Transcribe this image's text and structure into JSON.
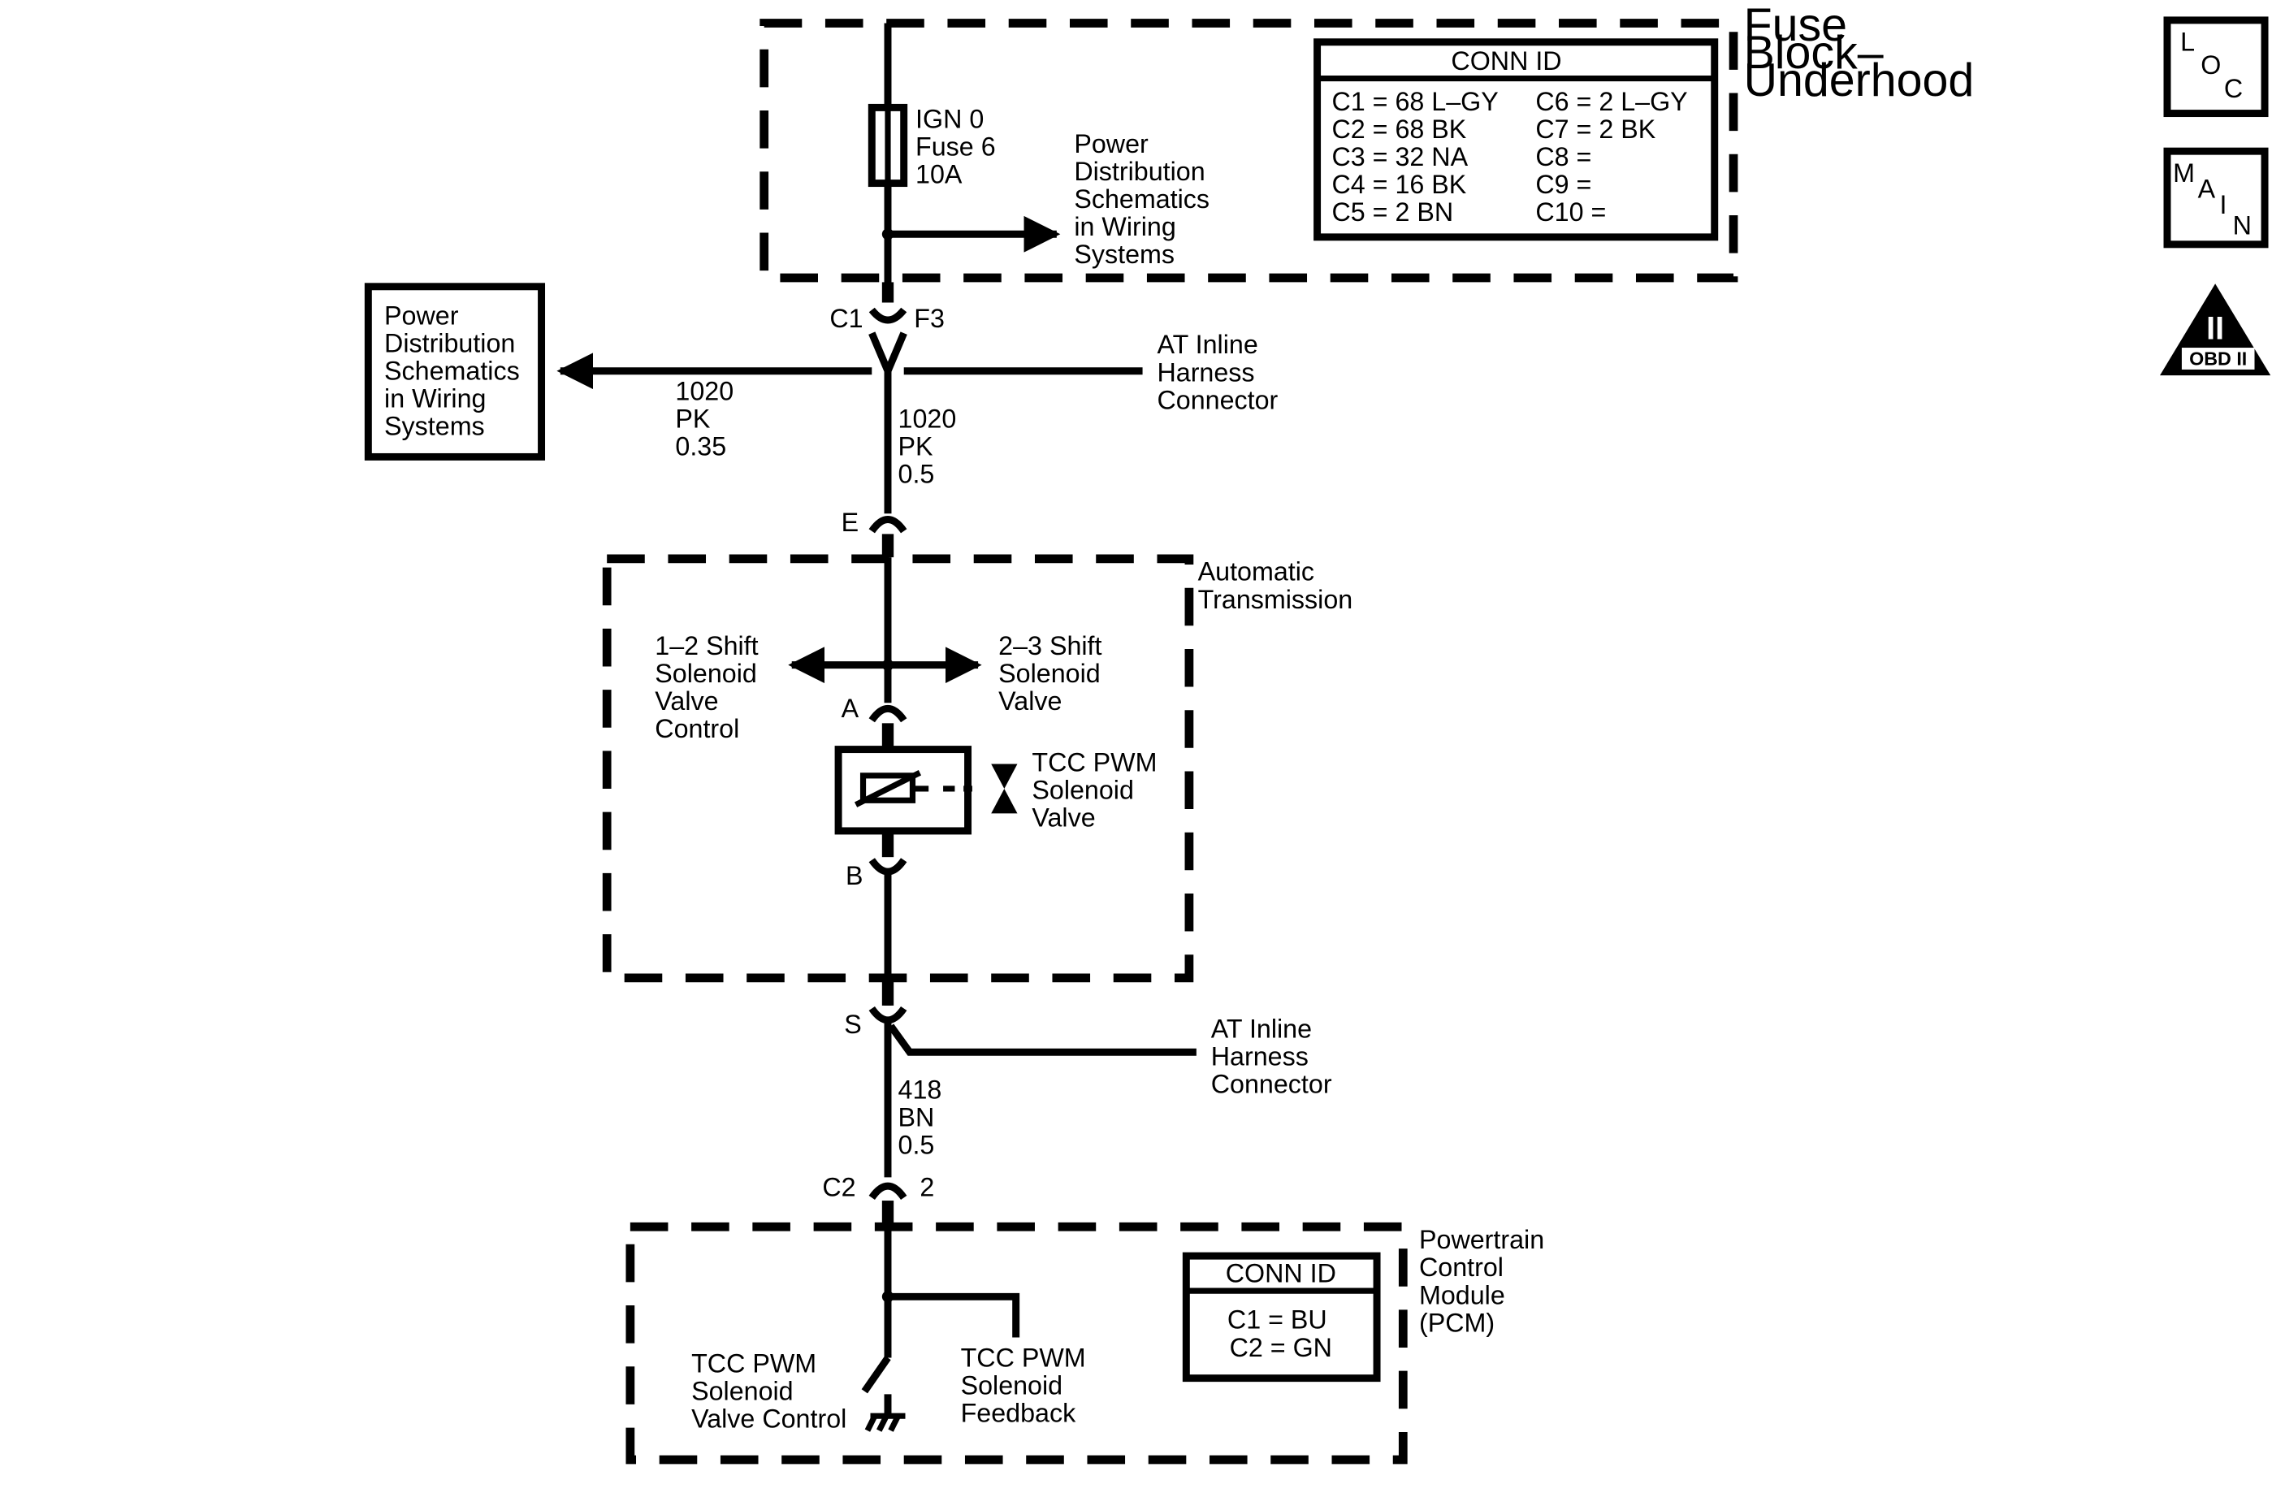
{
  "fuse_block": {
    "label": [
      "Fuse",
      "Block–",
      "Underhood"
    ],
    "fuse_label": [
      "IGN 0",
      "Fuse 6",
      "10A"
    ],
    "conn_table": {
      "title": "CONN ID",
      "rows": [
        [
          "C1 = 68 L–GY",
          "C6 = 2 L–GY"
        ],
        [
          "C2 = 68 BK",
          "C7 = 2 BK"
        ],
        [
          "C3 = 32 NA",
          "C8 ="
        ],
        [
          "C4 = 16 BK",
          "C9 ="
        ],
        [
          "C5 = 2 BN",
          "C10 ="
        ]
      ]
    },
    "power_dist_ref": [
      "Power",
      "Distribution",
      "Schematics",
      "in Wiring",
      "Systems"
    ]
  },
  "connector_top": {
    "left": "C1",
    "right": "F3"
  },
  "left_ref_box": [
    "Power",
    "Distribution",
    "Schematics",
    "in Wiring",
    "Systems"
  ],
  "wire_left": [
    "1020",
    "PK",
    "0.35"
  ],
  "wire_main": [
    "1020",
    "PK",
    "0.5"
  ],
  "at_inline_top": [
    "AT Inline",
    "Harness",
    "Connector"
  ],
  "pin_e": "E",
  "transmission": {
    "label": [
      "Automatic",
      "Transmission"
    ],
    "shift_12": [
      "1–2 Shift",
      "Solenoid",
      "Valve",
      "Control"
    ],
    "shift_23": [
      "2–3 Shift",
      "Solenoid",
      "Valve"
    ],
    "pin_a": "A",
    "pin_b": "B",
    "tcc_label": [
      "TCC PWM",
      "Solenoid",
      "Valve"
    ]
  },
  "pin_s": "S",
  "at_inline_bottom": [
    "AT Inline",
    "Harness",
    "Connector"
  ],
  "wire_bottom": [
    "418",
    "BN",
    "0.5"
  ],
  "connector_c2": {
    "left": "C2",
    "right": "2"
  },
  "pcm": {
    "label": [
      "Powertrain",
      "Control",
      "Module",
      "(PCM)"
    ],
    "conn_table": {
      "title": "CONN ID",
      "rows": [
        "C1 = BU",
        "C2 = GN"
      ]
    },
    "control_label": [
      "TCC PWM",
      "Solenoid",
      "Valve Control"
    ],
    "feedback_label": [
      "TCC PWM",
      "Solenoid",
      "Feedback"
    ]
  },
  "side_icons": {
    "loc": [
      "L",
      "O",
      "C"
    ],
    "main": [
      "M",
      "A",
      "I",
      "N"
    ],
    "obd": {
      "numeral": "II",
      "text": "OBD II"
    }
  }
}
